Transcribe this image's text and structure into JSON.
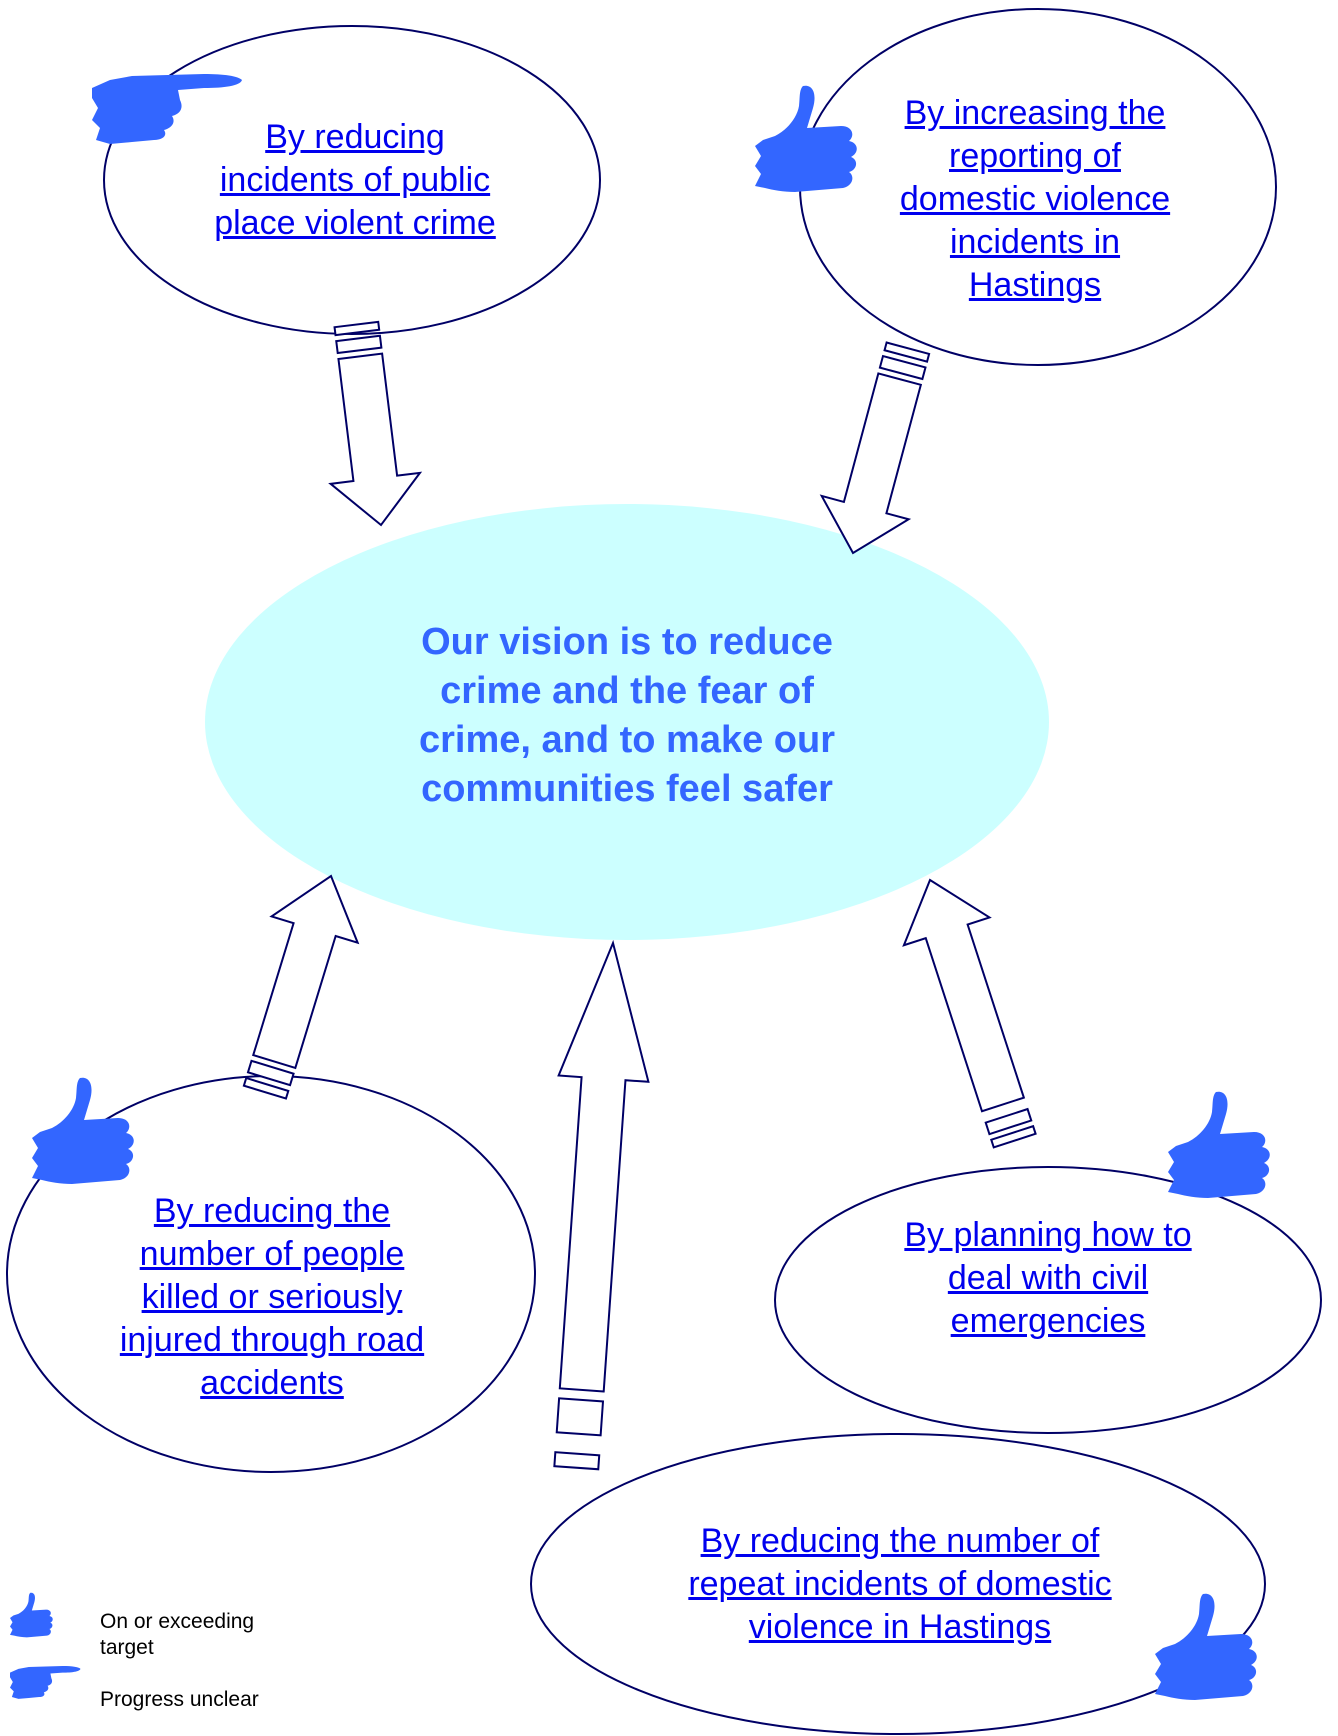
{
  "vision": {
    "lines": [
      "Our vision is to reduce",
      "crime and the fear of",
      "crime, and to make our",
      "communities feel safer"
    ]
  },
  "goals": [
    {
      "lines": [
        "By reducing",
        "incidents of public",
        "place violent crime"
      ],
      "status": "progress-unclear"
    },
    {
      "lines": [
        "By increasing the",
        "reporting of",
        "domestic violence",
        "incidents in",
        "Hastings"
      ],
      "status": "on-target"
    },
    {
      "lines": [
        "By reducing the",
        "number of people",
        "killed or seriously",
        "injured through road",
        "accidents"
      ],
      "status": "on-target"
    },
    {
      "lines": [
        "By planning how to",
        "deal with civil",
        "emergencies"
      ],
      "status": "on-target"
    },
    {
      "lines": [
        "By reducing the number of",
        "repeat incidents of domestic",
        "violence in Hastings"
      ],
      "status": "on-target"
    }
  ],
  "legend": {
    "on_target": [
      "On or exceeding",
      "target"
    ],
    "unclear": "Progress unclear"
  },
  "colors": {
    "link": "#0000ee",
    "vision_text": "#3366ff",
    "vision_fill": "#ccffff",
    "icon_fill": "#3366ff",
    "outline": "#000066"
  },
  "icons": {
    "on_target": "thumbs-up-icon",
    "unclear": "pointing-hand-icon"
  }
}
